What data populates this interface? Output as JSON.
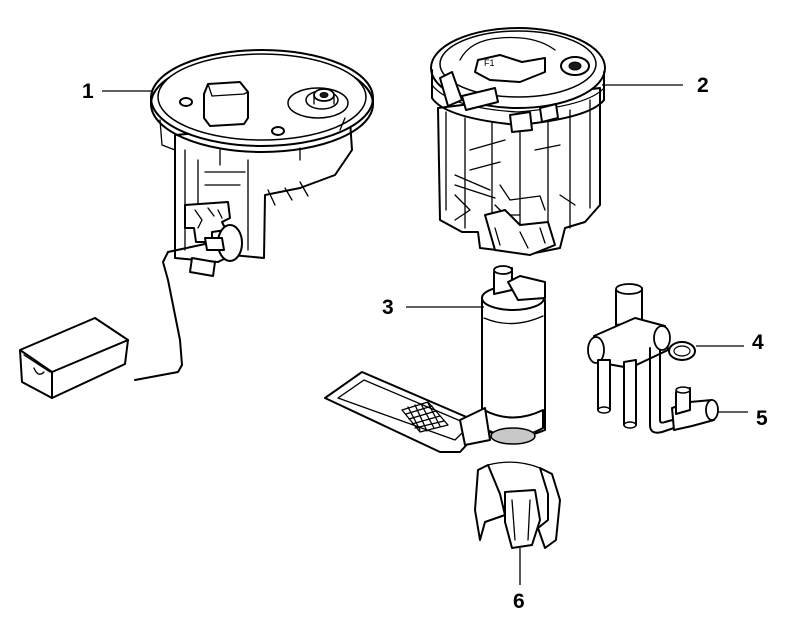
{
  "callouts": [
    {
      "id": "1",
      "label": "1"
    },
    {
      "id": "2",
      "label": "2"
    },
    {
      "id": "3",
      "label": "3"
    },
    {
      "id": "4",
      "label": "4"
    },
    {
      "id": "5",
      "label": "5"
    },
    {
      "id": "6",
      "label": "6"
    }
  ],
  "inner_marking": "F1"
}
